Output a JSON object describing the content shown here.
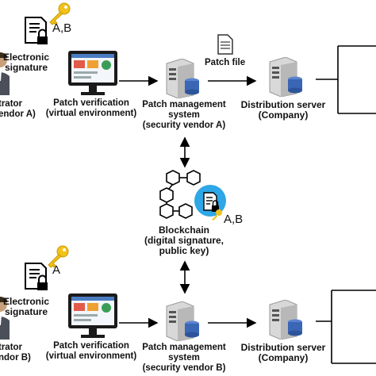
{
  "top": {
    "key_label": "A,B",
    "esig_line1": "Electronic",
    "esig_line2": "signature",
    "admin_line1": "trator",
    "admin_line2": "endor A)",
    "verif_line1": "Patch verification",
    "verif_line2": "(virtual environment)",
    "patch_file": "Patch file",
    "pms_line1": "Patch management",
    "pms_line2": "system",
    "pms_line3": "(security vendor A)",
    "dist_line1": "Distribution server",
    "dist_line2": "(Company)"
  },
  "middle": {
    "key_label": "A,B",
    "bc_line1": "Blockchain",
    "bc_line2": "(digital signature,",
    "bc_line3": "public key)"
  },
  "bottom": {
    "key_label": "A",
    "esig_line1": "Electronic",
    "esig_line2": "signature",
    "admin_line1": "trator",
    "admin_line2": "ndor B)",
    "verif_line1": "Patch verification",
    "verif_line2": "(virtual environment)",
    "pms_line1": "Patch management",
    "pms_line2": "system",
    "pms_line3": "(security vendor B)",
    "dist_line1": "Distribution server",
    "dist_line2": "(Company)"
  },
  "colors": {
    "key": "#f2c21a",
    "blockchain_circle": "#2fa7e6",
    "monitor": "#1a1a1a",
    "server": "#dcdcdc",
    "db": "#3a66b5"
  },
  "icons": [
    "key-icon",
    "certificate-lock-icon",
    "administrator-avatar-icon",
    "monitor-icon",
    "server-icon",
    "database-icon",
    "file-icon",
    "blockchain-icon"
  ]
}
